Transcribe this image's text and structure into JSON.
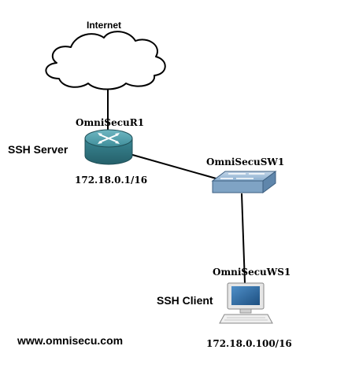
{
  "nodes": {
    "internet": {
      "label": "Internet",
      "icon": "cloud-icon"
    },
    "router": {
      "label": "OmniSecuR1",
      "role": "SSH Server",
      "ip": "172.18.0.1/16",
      "icon": "router-icon"
    },
    "switch": {
      "label": "OmniSecuSW1",
      "icon": "switch-icon"
    },
    "workstation": {
      "label": "OmniSecuWS1",
      "role": "SSH Client",
      "ip": "172.18.0.100/16",
      "icon": "workstation-icon"
    }
  },
  "website": "www.omnisecu.com",
  "colors": {
    "router_top": "#4a9aa8",
    "router_side": "#2e7480",
    "switch_body": "#7fa3c4",
    "monitor_screen": "#2f6fa8"
  }
}
